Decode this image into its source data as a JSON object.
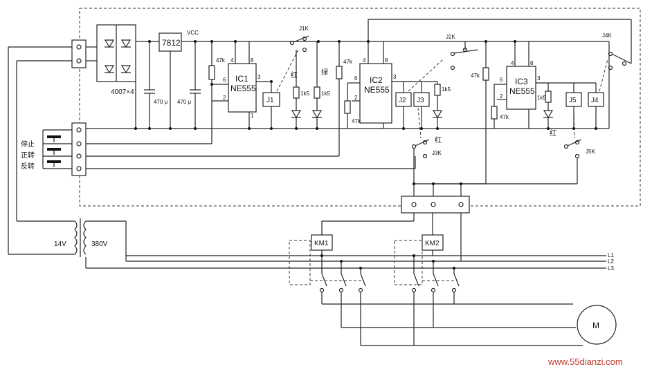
{
  "components": {
    "regulator": "7812",
    "vcc": "VCC",
    "diodes": "4007×4",
    "cap1": "470 μ",
    "cap2": "470 μ",
    "ic1": {
      "name": "IC1",
      "type": "NE555"
    },
    "ic2": {
      "name": "IC2",
      "type": "NE555"
    },
    "ic3": {
      "name": "IC3",
      "type": "NE555"
    },
    "r47k": "47k",
    "r1k5": "1k5",
    "relays": [
      "J1",
      "J2",
      "J3",
      "J4",
      "J5"
    ],
    "switches": [
      "J1K",
      "J2K",
      "J3K",
      "J4K",
      "J5K"
    ],
    "contactors": [
      "KM1",
      "KM2"
    ],
    "motor": "M",
    "transformer_primary": "380V",
    "transformer_secondary": "14V",
    "lines": [
      "L1",
      "L2",
      "L3"
    ],
    "led_red": "红",
    "led_green": "绿"
  },
  "pins": {
    "p4": "4",
    "p8": "8",
    "p6": "6",
    "p2": "2",
    "p3": "3",
    "p1": "1"
  },
  "buttons": [
    "停止",
    "正转",
    "反转"
  ],
  "watermark": "www.55dianzi.com"
}
